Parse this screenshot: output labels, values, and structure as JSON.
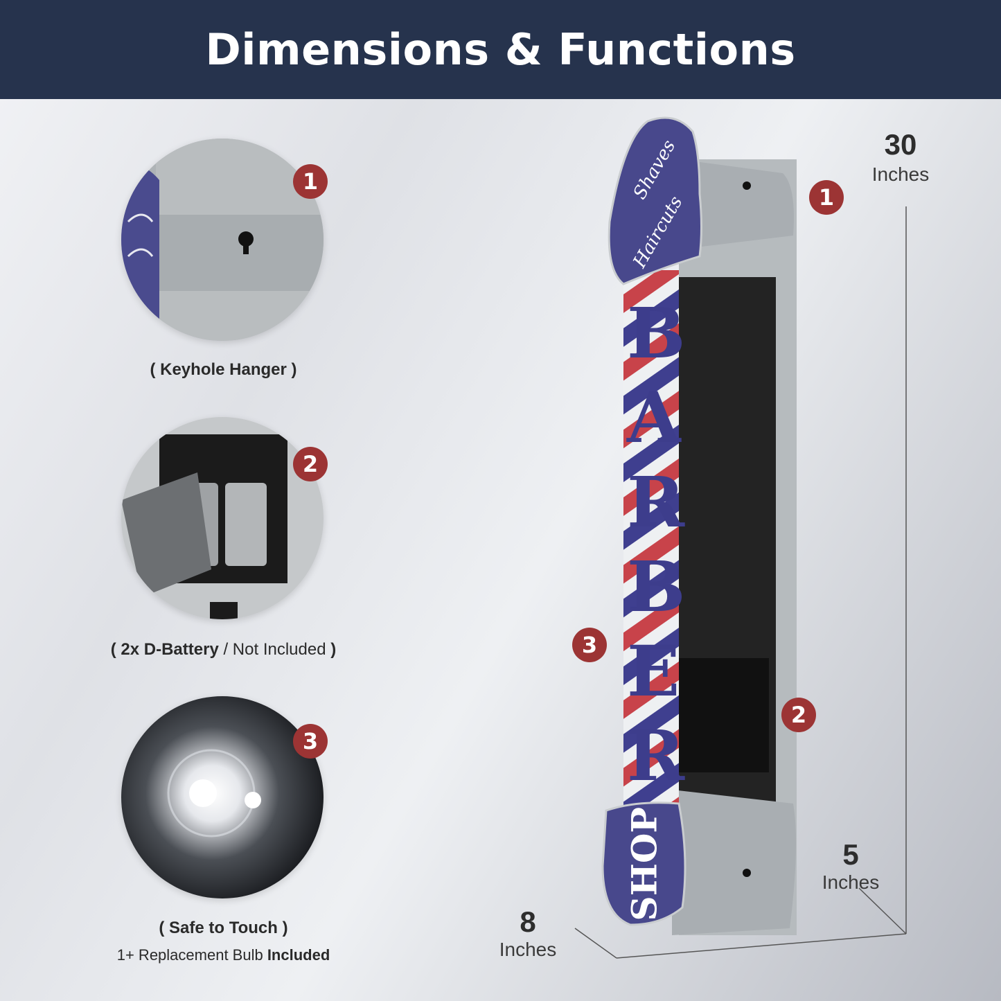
{
  "header": {
    "title": "Dimensions & Functions"
  },
  "features": [
    {
      "badge": "1",
      "caption_main": "( Keyhole Hanger )",
      "caption_sub": ""
    },
    {
      "badge": "2",
      "caption_main": "( 2x D-Battery ",
      "caption_alt": "/ Not Included",
      "caption_close": " )"
    },
    {
      "badge": "3",
      "caption_main": "( Safe to Touch )",
      "caption_sub_plain": "1+ Replacement Bulb ",
      "caption_sub_bold": "Included"
    }
  ],
  "sign": {
    "top_text_1": "Shaves",
    "top_text_2": "Haircuts",
    "vertical_text": "BARBER",
    "bottom_text": "SHOP"
  },
  "callouts": [
    "1",
    "3",
    "2"
  ],
  "dimensions": {
    "height": {
      "value": "30",
      "unit": "Inches"
    },
    "depth": {
      "value": "5",
      "unit": "Inches"
    },
    "width": {
      "value": "8",
      "unit": "Inches"
    }
  },
  "colors": {
    "header_bg": "#26334d",
    "badge": "#9c3434",
    "sign_blue": "#3f3f8f",
    "stripe_red": "#c8434a"
  }
}
